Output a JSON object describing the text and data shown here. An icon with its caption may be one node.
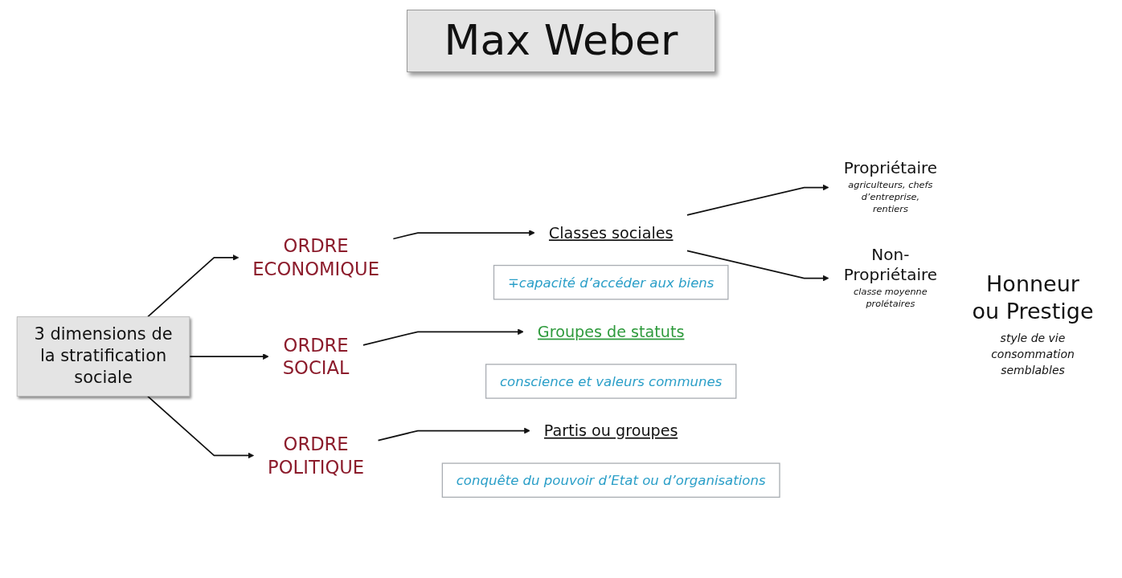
{
  "diagram": {
    "title": "Max Weber",
    "nodes": [
      {
        "text": [
          "3 dimensions de la stratification sociale"
        ]
      },
      {
        "text": [
          "ORDRE ECONOMIQUE"
        ]
      },
      {
        "text": [
          "Classes sociales"
        ]
      },
      {
        "text": [
          "∓capacité d’accéder aux biens"
        ]
      },
      {
        "text": [
          "Propriétaire",
          "agriculteurs, chefs d’entreprise, rentiers"
        ]
      },
      {
        "text": [
          "Non- Propriétaire",
          "classe moyenne prolétaires"
        ]
      },
      {
        "text": [
          "ORDRE SOCIAL"
        ]
      },
      {
        "text": [
          "Groupes de statuts"
        ]
      },
      {
        "text": [
          "conscience et valeurs communes"
        ]
      },
      {
        "text": [
          "ORDRE POLITIQUE"
        ]
      },
      {
        "text": [
          "Partis ou groupes"
        ]
      },
      {
        "text": [
          "conquête du pouvoir d’Etat ou d’organisations"
        ]
      }
    ],
    "edges": [
      {
        "from": 0,
        "to": 1,
        "arrow": "to"
      },
      {
        "from": 0,
        "to": 6,
        "arrow": "to"
      },
      {
        "from": 0,
        "to": 9,
        "arrow": "to"
      },
      {
        "from": 1,
        "to": 2,
        "arrow": "to"
      },
      {
        "from": 2,
        "to": 4,
        "arrow": "to"
      },
      {
        "from": 2,
        "to": 5,
        "arrow": "to"
      },
      {
        "from": 6,
        "to": 7,
        "arrow": "to"
      },
      {
        "from": 9,
        "to": 10,
        "arrow": "to"
      }
    ],
    "labels": [
      "Honneur ou Prestige",
      "style de vie consommation semblables"
    ]
  }
}
